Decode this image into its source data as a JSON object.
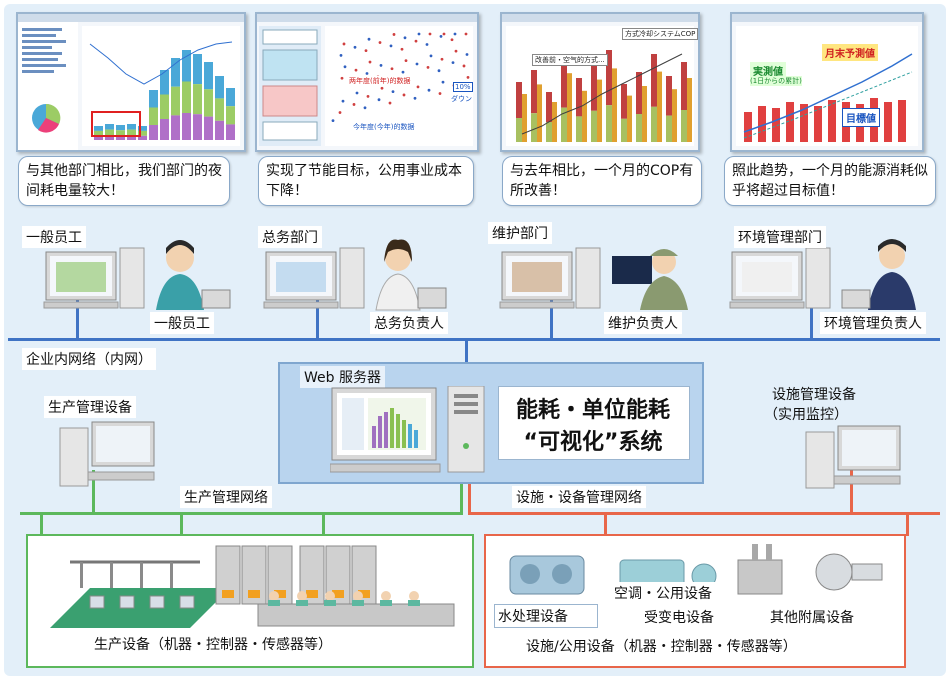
{
  "bubbles": [
    {
      "text": "与其他部门相比，我们部门的夜间耗电量较大！"
    },
    {
      "text": "实现了节能目标，公用事业成本下降！"
    },
    {
      "text": "与去年相比，一个月的COP有所改善！"
    },
    {
      "text": "照此趋势，一个月的能源消耗似乎将超过目标值！"
    }
  ],
  "departments": [
    {
      "dept": "一般员工",
      "person": "一般员工"
    },
    {
      "dept": "总务部门",
      "person": "总务负责人"
    },
    {
      "dept": "维护部门",
      "person": "维护负责人"
    },
    {
      "dept": "环境管理部门",
      "person": "环境管理负责人"
    }
  ],
  "network": {
    "intranet": "企业内网络（内网）",
    "web_server": "Web 服务器",
    "system_title_1": "能耗・单位能耗",
    "system_title_2": "“可视化”系统",
    "production_mgmt": "生产管理设备",
    "facility_mgmt_1": "设施管理设备",
    "facility_mgmt_2": "（实用监控）",
    "production_network": "生产管理网络",
    "facility_network": "设施・设备管理网络"
  },
  "equipment": {
    "production_caption": "生产设备（机器・控制器・传感器等）",
    "water": "水处理设备",
    "hvac": "空调・公用设备",
    "substation": "受变电设备",
    "other": "其他附属设备",
    "facility_caption": "设施/公用设备（机器・控制器・传感器等）"
  },
  "screenshot_tags": {
    "s2_a": "两年度(前年)的数据",
    "s2_b": "今年度(今年)的数据",
    "s2_c": "10%",
    "s2_d": "ダウン",
    "s3_a": "改善前・空气的方式...",
    "s3_b": "方式冷却システムCOP",
    "s4_a": "月末予測値",
    "s4_b": "実測値",
    "s4_c": "(1日からの累計)",
    "s4_d": "目標値"
  },
  "colors": {
    "background": "#e3eff9",
    "bubble_border": "#8aa8c8",
    "intranet_line": "#3f73c4",
    "production_line": "#5cb85c",
    "facility_line": "#e8664a",
    "server_box": "#b9d4ee",
    "production_box_border": "#5cb85c",
    "facility_box_border": "#e8664a",
    "highlight": "#e02020"
  },
  "icons": [
    "desktop-computer-icon",
    "person-icon",
    "server-tower-icon",
    "factory-machine-icon",
    "chiller-icon",
    "transformer-icon",
    "pump-icon"
  ]
}
